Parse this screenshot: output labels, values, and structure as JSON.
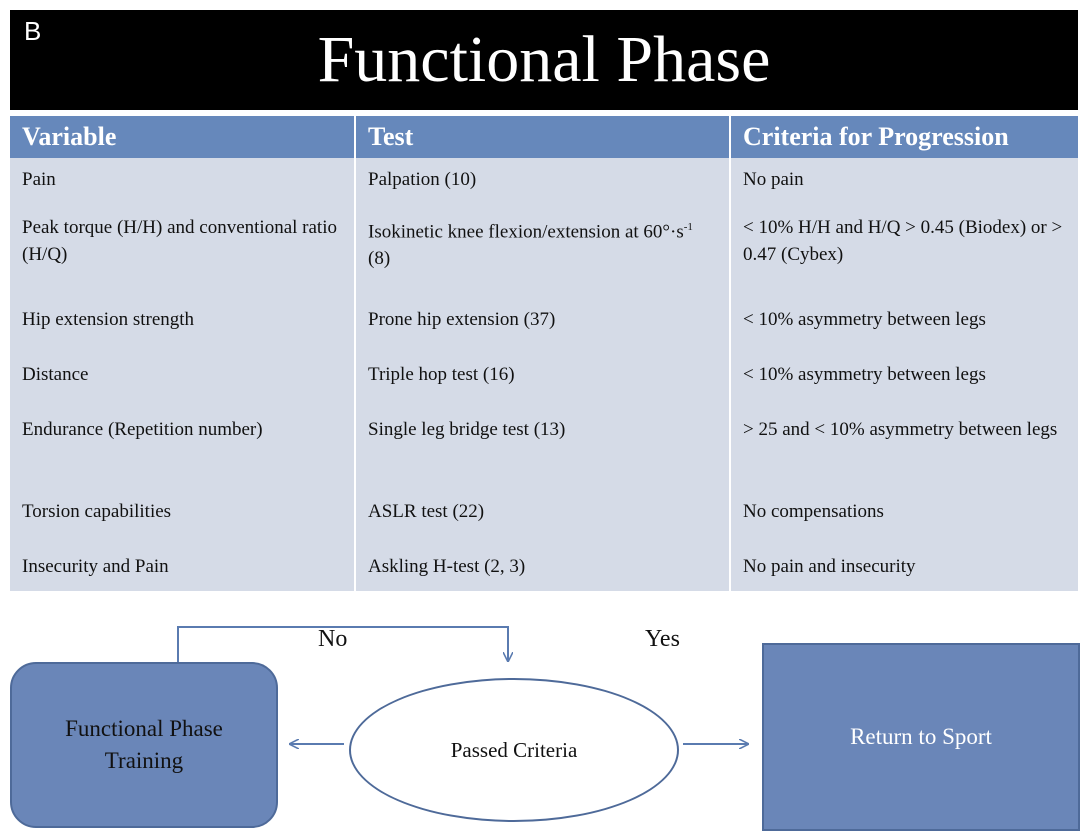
{
  "panel_letter": "B",
  "title": "Functional Phase",
  "table": {
    "headers": [
      "Variable",
      "Test",
      "Criteria for Progression"
    ],
    "rows": [
      {
        "variable": "Pain",
        "test": "Palpation (10)",
        "criteria": "No pain"
      },
      {
        "variable": "Peak torque (H/H) and conventional ratio (H/Q)",
        "test": "Isokinetic knee flexion/extension at 60°·s",
        "test_sup": "-1",
        "test_suffix": " (8)",
        "criteria": "< 10% H/H and  H/Q  > 0.45 (Biodex) or > 0.47 (Cybex)"
      },
      {
        "variable": "Hip extension strength",
        "test": "Prone hip extension (37)",
        "criteria": "< 10% asymmetry between legs"
      },
      {
        "variable": "Distance",
        "test": "Triple hop test (16)",
        "criteria": "< 10% asymmetry between legs"
      },
      {
        "variable": "Endurance (Repetition number)",
        "test": "Single leg bridge test (13)",
        "criteria": "> 25 and  < 10% asymmetry between legs"
      },
      {
        "variable": "Torsion capabilities",
        "test": "ASLR test (22)",
        "criteria": "No compensations"
      },
      {
        "variable": "Insecurity and Pain",
        "test": "Askling H-test (2, 3)",
        "criteria": "No pain and insecurity"
      }
    ]
  },
  "flow": {
    "training": "Functional Phase Training",
    "decision": "Passed Criteria",
    "outcome": "Return to Sport",
    "no_label": "No",
    "yes_label": "Yes"
  }
}
